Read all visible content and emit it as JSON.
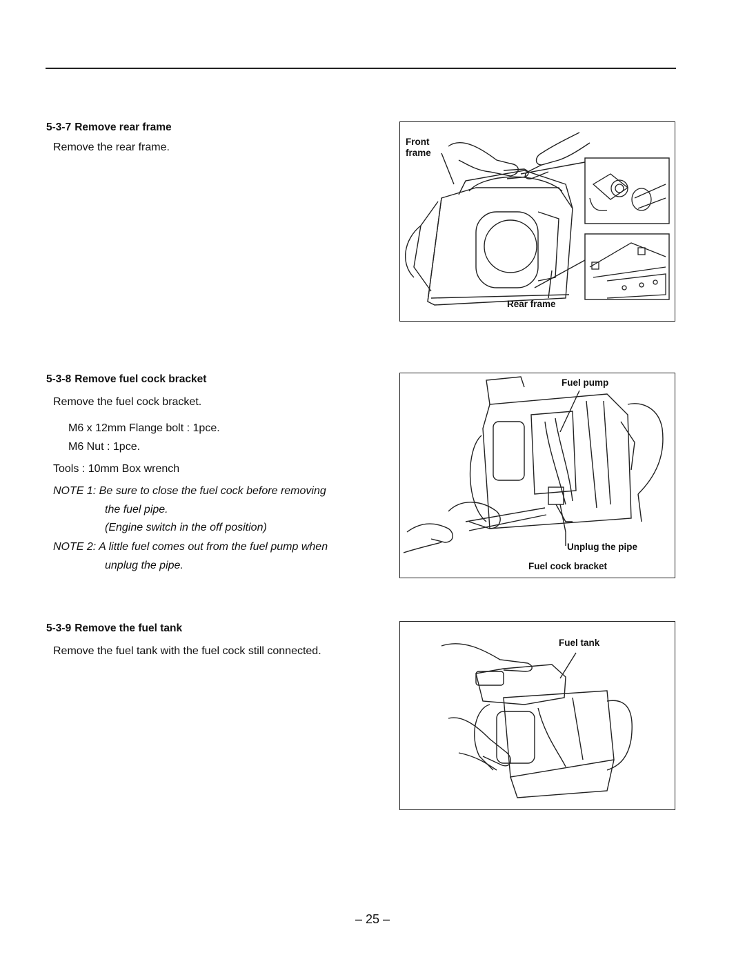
{
  "page_number": "– 25 –",
  "sections": [
    {
      "number": "5-3-7",
      "title": "Remove rear frame",
      "body": "Remove the rear frame."
    },
    {
      "number": "5-3-8",
      "title": "Remove fuel cock bracket",
      "body": "Remove the fuel cock bracket.",
      "parts": [
        "M6 x 12mm Flange bolt : 1pce.",
        "M6 Nut : 1pce."
      ],
      "tools": "Tools : 10mm Box wrench",
      "note1": {
        "line1": "NOTE 1: Be sure to close the fuel cock before removing",
        "line2": "the fuel pipe.",
        "line3": "(Engine switch in the off position)"
      },
      "note2": {
        "line1": "NOTE 2: A little fuel comes out from the fuel pump when",
        "line2": "unplug the pipe."
      }
    },
    {
      "number": "5-3-9",
      "title": "Remove the fuel tank",
      "body": "Remove the fuel tank with the fuel cock still connected."
    }
  ],
  "figures": {
    "fig1": {
      "front_frame_line1": "Front",
      "front_frame_line2": "frame",
      "rear_frame": "Rear frame"
    },
    "fig2": {
      "fuel_pump": "Fuel pump",
      "unplug_pipe": "Unplug the pipe",
      "fuel_cock_bracket": "Fuel cock bracket"
    },
    "fig3": {
      "fuel_tank": "Fuel tank"
    }
  }
}
